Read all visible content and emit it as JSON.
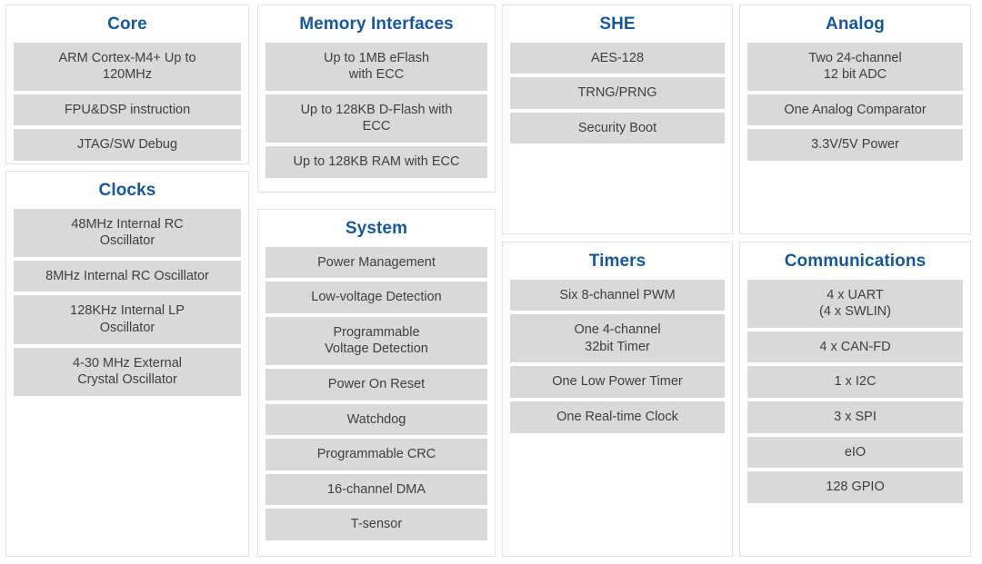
{
  "theme": {
    "page_background": "#ffffff",
    "panel_border": "#e3e3e3",
    "title_color": "#15589e",
    "item_background": "#d9d9d9",
    "item_text_color": "#3f3f3f"
  },
  "panels": [
    {
      "id": "core",
      "title": "Core",
      "items": [
        "ARM Cortex-M4+ Up to\n120MHz",
        "FPU&DSP instruction",
        "JTAG/SW Debug"
      ]
    },
    {
      "id": "clocks",
      "title": "Clocks",
      "items": [
        "48MHz Internal RC\nOscillator",
        "8MHz Internal RC Oscillator",
        "128KHz Internal LP\nOscillator",
        "4-30 MHz External\nCrystal Oscillator"
      ]
    },
    {
      "id": "memory",
      "title": "Memory Interfaces",
      "items": [
        "Up to 1MB eFlash\nwith ECC",
        "Up to 128KB D-Flash with\nECC",
        "Up to 128KB RAM with ECC"
      ]
    },
    {
      "id": "system",
      "title": "System",
      "items": [
        "Power Management",
        "Low-voltage Detection",
        "Programmable\nVoltage Detection",
        "Power On Reset",
        "Watchdog",
        "Programmable CRC",
        "16-channel DMA",
        "T-sensor"
      ]
    },
    {
      "id": "she",
      "title": "SHE",
      "items": [
        "AES-128",
        "TRNG/PRNG",
        "Security Boot"
      ]
    },
    {
      "id": "timers",
      "title": "Timers",
      "items": [
        "Six 8-channel PWM",
        "One 4-channel\n32bit Timer",
        "One Low Power Timer",
        "One Real-time Clock"
      ]
    },
    {
      "id": "analog",
      "title": "Analog",
      "items": [
        "Two 24-channel\n12 bit ADC",
        "One Analog Comparator",
        "3.3V/5V Power"
      ]
    },
    {
      "id": "communications",
      "title": "Communications",
      "items": [
        "4 x UART\n(4 x SWLIN)",
        "4 x CAN-FD",
        "1 x I2C",
        "3 x SPI",
        "eIO",
        "128 GPIO"
      ]
    }
  ]
}
